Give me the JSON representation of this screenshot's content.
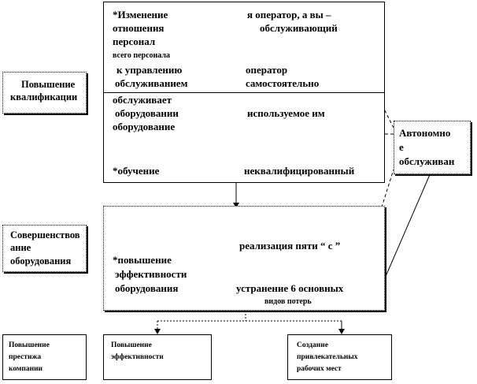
{
  "left_boxes": {
    "qualification": [
      "Повышение",
      "квалификации"
    ],
    "equipment": [
      "Совершенствов",
      "ание",
      "оборудования"
    ]
  },
  "right_box": [
    "Автономно",
    "е",
    "обслуживан"
  ],
  "top_box": {
    "col1": [
      "*Изменение",
      "отношения",
      "персонал",
      "всего персонала",
      "к управлению",
      "обслуживанием",
      "обслуживает",
      "оборудовании",
      "оборудование",
      "*обучение"
    ],
    "col2": [
      "я оператор, а вы –",
      "обслуживающий",
      "оператор",
      "самостоятельно",
      "используемое  им",
      "неквалифицированный"
    ]
  },
  "middle_box": {
    "col1": [
      "*повышение",
      "эффективности",
      "оборудования"
    ],
    "col2": [
      "реализация пяти “ с ”",
      "устранение 6 основных",
      "видов потерь"
    ]
  },
  "bottom_boxes": {
    "prestige": [
      "Повышение",
      "престижа",
      "компании"
    ],
    "efficiency": [
      "Повышение",
      "эффективности"
    ],
    "workplaces": [
      "Создание",
      "привлекательных",
      "рабочих мест"
    ]
  }
}
